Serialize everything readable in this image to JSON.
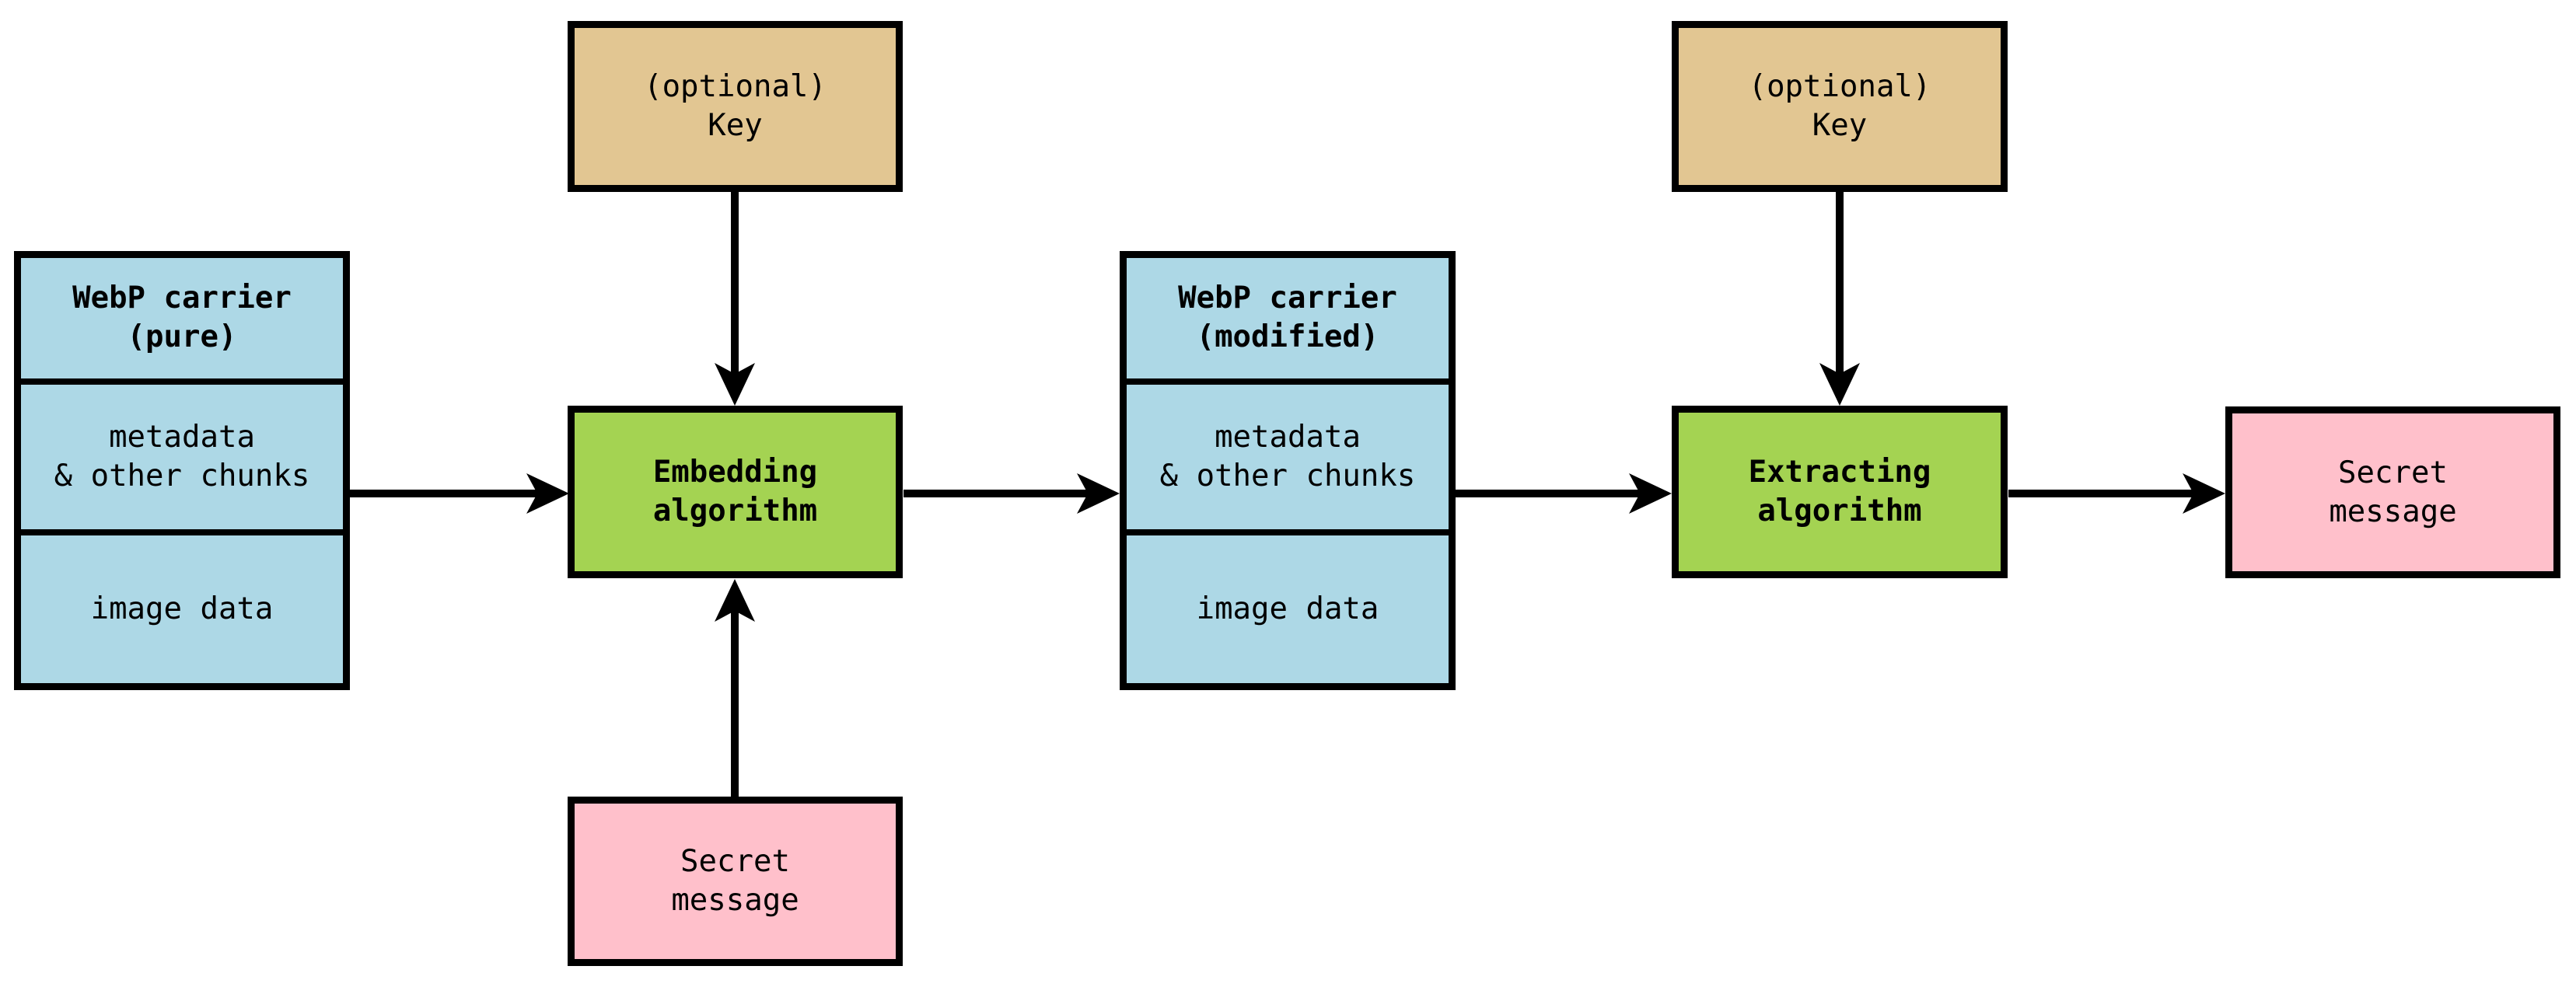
{
  "colors": {
    "background": "#FFFFFF",
    "ink": "#000000",
    "carrier_fill": "#ADD8E6",
    "key_fill": "#E2C692",
    "algorithm_fill": "#A4D352",
    "message_fill": "#FFC0CB"
  },
  "nodes": {
    "key_left": {
      "line1": "(optional)",
      "line2": "Key"
    },
    "key_right": {
      "line1": "(optional)",
      "line2": "Key"
    },
    "carrier_pure": {
      "header_line1": "WebP carrier",
      "header_line2": "(pure)",
      "metadata_line1": "metadata",
      "metadata_line2": "& other chunks",
      "image_data": "image data"
    },
    "carrier_modified": {
      "header_line1": "WebP carrier",
      "header_line2": "(modified)",
      "metadata_line1": "metadata",
      "metadata_line2": "& other chunks",
      "image_data": "image data"
    },
    "embedding": {
      "line1": "Embedding",
      "line2": "algorithm"
    },
    "extracting": {
      "line1": "Extracting",
      "line2": "algorithm"
    },
    "secret_input": {
      "line1": "Secret",
      "line2": "message"
    },
    "secret_output": {
      "line1": "Secret",
      "line2": "message"
    }
  }
}
